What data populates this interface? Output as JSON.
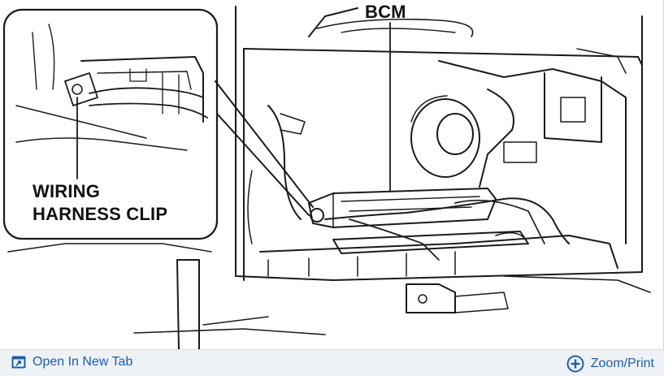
{
  "diagram": {
    "callouts": {
      "bcm": "BCM",
      "wiring_line1": "WIRING",
      "wiring_line2": "HARNESS CLIP"
    }
  },
  "toolbar": {
    "open_new_tab_label": "Open In New Tab",
    "zoom_print_label": "Zoom/Print",
    "open_icon": "external-window-icon",
    "zoom_icon": "plus-circle-icon",
    "link_color": "#1d5fa8"
  }
}
